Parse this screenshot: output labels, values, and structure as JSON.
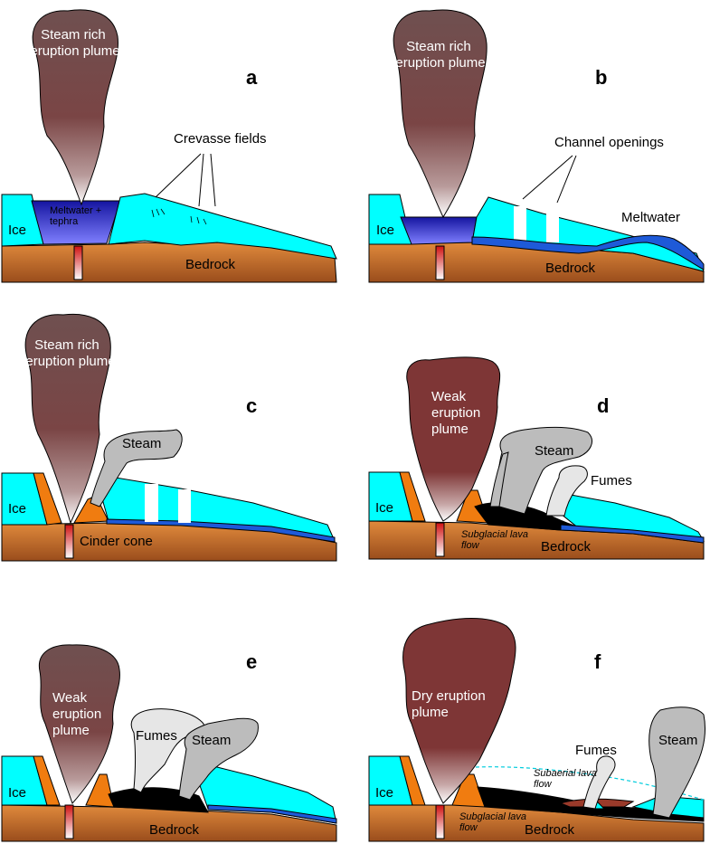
{
  "colors": {
    "ice": "#00ffff",
    "bedrock_dark": "#a0521e",
    "bedrock_light": "#e08a3c",
    "meltwater": "#1e5ad8",
    "lake": "#2020c0",
    "cone": "#f07c10",
    "plume_steam_top": "#7a3b3b",
    "plume_dry": "#7e3636",
    "steam": "#bcbcbc",
    "fumes": "#e6e6e6",
    "lava": "#000000"
  },
  "panels": {
    "a": {
      "letter": "a",
      "plume": "Steam rich\neruption plume",
      "lake": "Meltwater +\ntephra",
      "ice": "Ice",
      "bedrock": "Bedrock",
      "crevasse": "Crevasse fields"
    },
    "b": {
      "letter": "b",
      "plume": "Steam rich\neruption plume",
      "ice": "Ice",
      "bedrock": "Bedrock",
      "channels": "Channel openings",
      "meltwater": "Meltwater"
    },
    "c": {
      "letter": "c",
      "plume": "Steam rich\neruption plume",
      "ice": "Ice",
      "steam": "Steam",
      "cone": "Cinder cone"
    },
    "d": {
      "letter": "d",
      "plume": "Weak\neruption\nplume",
      "ice": "Ice",
      "steam": "Steam",
      "fumes": "Fumes",
      "lava": "Subglacial lava\nflow",
      "bedrock": "Bedrock"
    },
    "e": {
      "letter": "e",
      "plume": "Weak\neruption\nplume",
      "ice": "Ice",
      "fumes": "Fumes",
      "steam": "Steam",
      "bedrock": "Bedrock"
    },
    "f": {
      "letter": "f",
      "plume": "Dry eruption\nplume",
      "ice": "Ice",
      "fumes": "Fumes",
      "steam": "Steam",
      "subaerial": "Subaerial lava\nflow",
      "lava": "Subglacial lava\nflow",
      "bedrock": "Bedrock"
    }
  }
}
